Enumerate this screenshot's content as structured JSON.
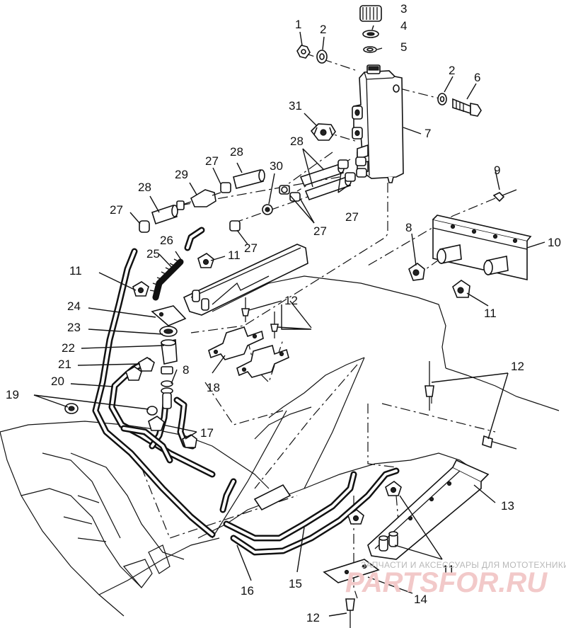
{
  "callouts": [
    {
      "id": "c1",
      "label": "1"
    },
    {
      "id": "c2a",
      "label": "2"
    },
    {
      "id": "c3",
      "label": "3"
    },
    {
      "id": "c4",
      "label": "4"
    },
    {
      "id": "c5",
      "label": "5"
    },
    {
      "id": "c2b",
      "label": "2"
    },
    {
      "id": "c6",
      "label": "6"
    },
    {
      "id": "c31",
      "label": "31"
    },
    {
      "id": "c7",
      "label": "7"
    },
    {
      "id": "c28a",
      "label": "28"
    },
    {
      "id": "c27a",
      "label": "27"
    },
    {
      "id": "c28b",
      "label": "28"
    },
    {
      "id": "c29",
      "label": "29"
    },
    {
      "id": "c30",
      "label": "30"
    },
    {
      "id": "c28c",
      "label": "28"
    },
    {
      "id": "c9",
      "label": "9"
    },
    {
      "id": "c27b",
      "label": "27"
    },
    {
      "id": "c27c",
      "label": "27"
    },
    {
      "id": "c27d",
      "label": "27"
    },
    {
      "id": "c26",
      "label": "26"
    },
    {
      "id": "c25",
      "label": "25"
    },
    {
      "id": "c11a",
      "label": "11"
    },
    {
      "id": "c8a",
      "label": "8"
    },
    {
      "id": "c10",
      "label": "10"
    },
    {
      "id": "c11b",
      "label": "11"
    },
    {
      "id": "c27e",
      "label": "27"
    },
    {
      "id": "c12a",
      "label": "12"
    },
    {
      "id": "c11c",
      "label": "11"
    },
    {
      "id": "c24",
      "label": "24"
    },
    {
      "id": "c23",
      "label": "23"
    },
    {
      "id": "c22",
      "label": "22"
    },
    {
      "id": "c21",
      "label": "21"
    },
    {
      "id": "c8b",
      "label": "8"
    },
    {
      "id": "c18",
      "label": "18"
    },
    {
      "id": "c12b",
      "label": "12"
    },
    {
      "id": "c20",
      "label": "20"
    },
    {
      "id": "c19",
      "label": "19"
    },
    {
      "id": "c17",
      "label": "17"
    },
    {
      "id": "c13",
      "label": "13"
    },
    {
      "id": "c11d",
      "label": "11"
    },
    {
      "id": "c16",
      "label": "16"
    },
    {
      "id": "c15",
      "label": "15"
    },
    {
      "id": "c14",
      "label": "14"
    },
    {
      "id": "c12c",
      "label": "12"
    }
  ],
  "watermark": {
    "caption": "ЗАПЧАСТИ И АКСЕССУАРЫ ДЛЯ МОТОТЕХНИКИ",
    "logo": "PARTSFOR.RU"
  }
}
